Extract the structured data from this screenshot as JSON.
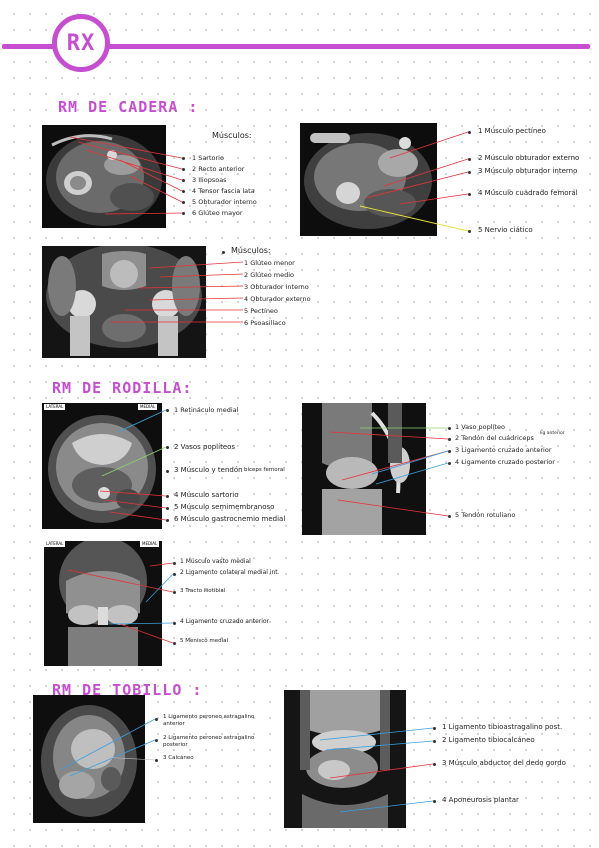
{
  "header": {
    "badge": "RX"
  },
  "cadera": {
    "title": "RM DE CADERA :",
    "axial_left": {
      "heading": "Músculos:",
      "items": [
        "1 Sartorio",
        "2 Recto anterior",
        "3 Iliopsoas",
        "4 Tensor fascia lata",
        "5 Obturador interno",
        "6 Glúteo mayor"
      ]
    },
    "axial_right": {
      "items": [
        "1 Músculo pectíneo",
        "2 Músculo obturador externo",
        "3 Músculo obturador interno",
        "4 Músculo cuadrado femoral",
        "5 Nervio ciático"
      ]
    },
    "coronal": {
      "heading": "Músculos:",
      "items": [
        "1 Glúteo menor",
        "2 Glúteo medio",
        "3 Obturador interno",
        "4 Obturador externo",
        "5 Pectíneo",
        "6 Psoasilíaco"
      ]
    }
  },
  "rodilla": {
    "title": "RM DE RODILLA:",
    "axial": {
      "tag_left": "LATERAL",
      "tag_right": "MEDIAL",
      "items": [
        "1 Retináculo medial",
        "2 Vasos poplíteos",
        "3 Músculo y tendón",
        "4 Músculo sartorio",
        "5 Músculo semimembranoso",
        "6 Músculo gastrocnemio medial"
      ],
      "item3_extra": "bíceps femoral"
    },
    "sagittal": {
      "items": [
        "1 Vaso poplíteo",
        "2 Tendón del cuádriceps",
        "3 Ligamento cruzado anterior",
        "4 Ligamento cruzado posterior",
        "5 Tendón rotuliano"
      ],
      "side_note": "lig anterior"
    },
    "coronal": {
      "tag_left": "LATERAL",
      "tag_right": "MEDIAL",
      "items": [
        "1 Músculo vasto medial",
        "2 Ligamento colateral medial int.",
        "3 Tracto iliotibial",
        "4 Ligamento cruzado anterior",
        "5 Menisco medial"
      ]
    }
  },
  "tobillo": {
    "title": "RM DE TOBILLO :",
    "axial": {
      "items": [
        "1 Ligamento peroneo astragalino anterior",
        "2 Ligamento peroneo astragalino posterior",
        "3 Calcáneo"
      ]
    },
    "coronal": {
      "items": [
        "1 Ligamento tibioastragalino post.",
        "2 Ligamento tibiocalcáneo",
        "3 Músculo abductor del dedo gordo",
        "4 Aponeurosis plantar"
      ]
    }
  },
  "colors": {
    "accent": "#c54fd0",
    "pointer_red": "#e8323a",
    "pointer_blue": "#3aa0e0",
    "pointer_green": "#8fd36a",
    "pointer_yellow": "#e8e23a"
  }
}
